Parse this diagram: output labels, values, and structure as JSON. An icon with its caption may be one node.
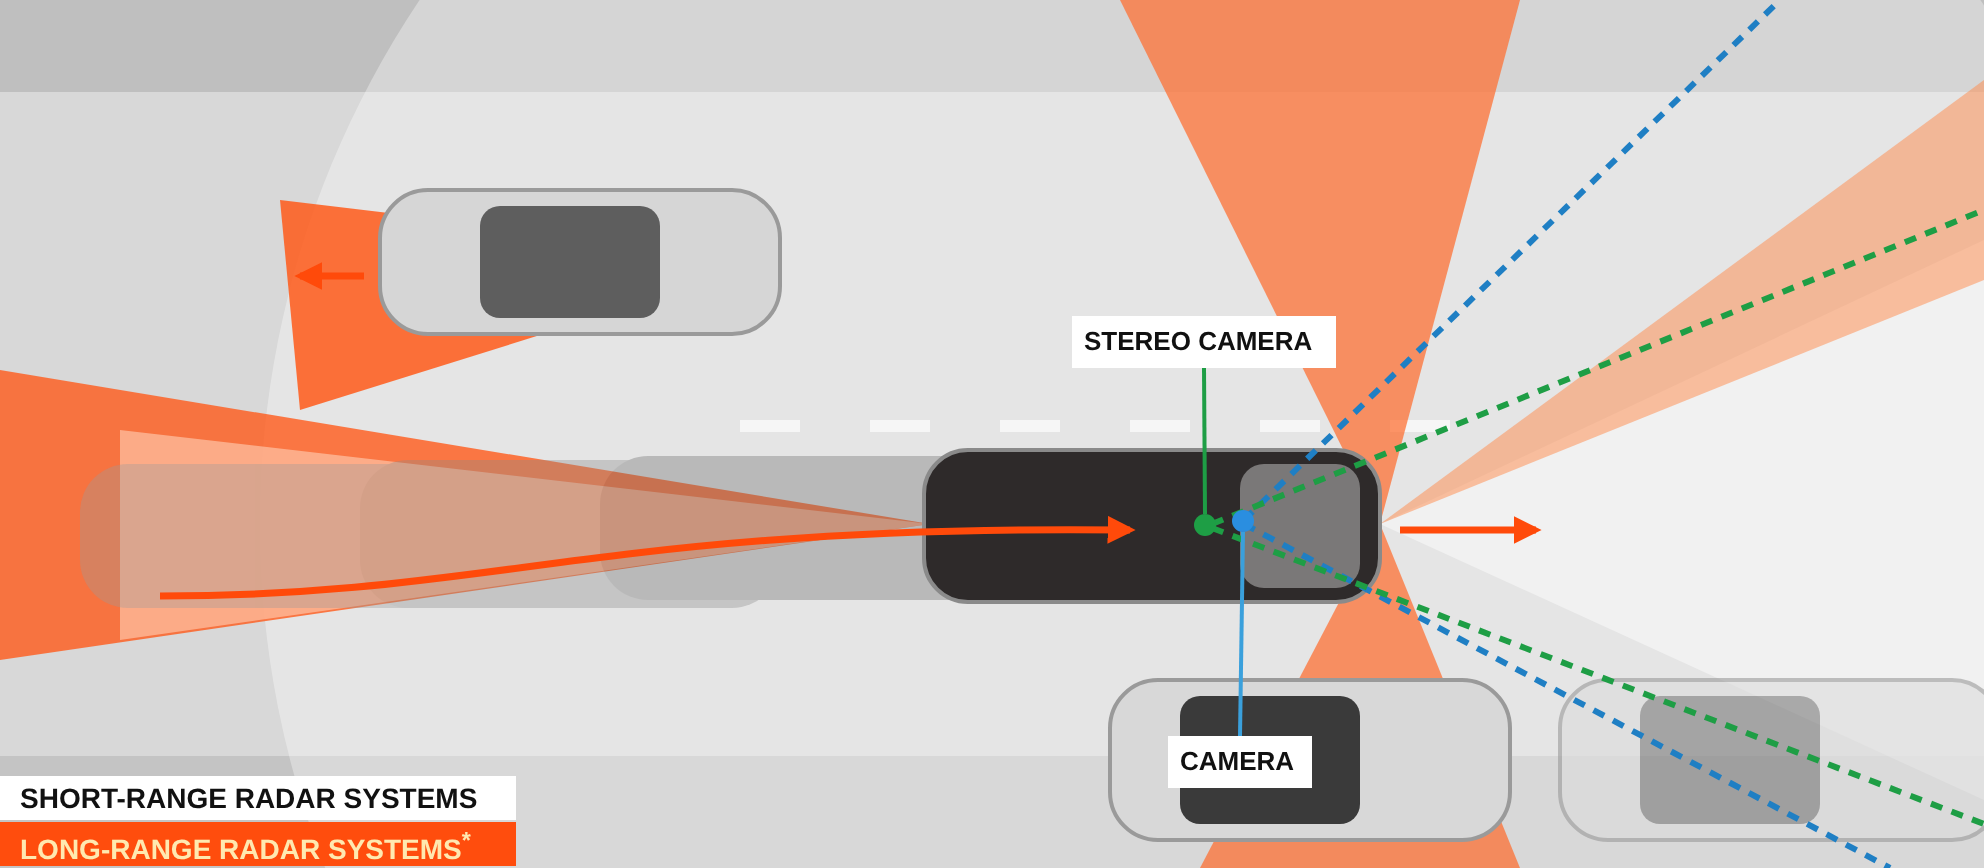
{
  "diagram": {
    "nodes": [
      {
        "text": [
          "STEREO CAMERA"
        ]
      },
      {
        "text": [
          "CAMERA"
        ]
      },
      {
        "text": [],
        "shape": "circle"
      },
      {
        "text": [],
        "shape": "circle"
      }
    ],
    "edges": [
      {
        "from": 0,
        "to": 2,
        "arrow": "none",
        "color": "#1e9e45"
      },
      {
        "from": 1,
        "to": 3,
        "arrow": "none",
        "color": "#3aa0dc"
      }
    ],
    "legend": [
      {
        "text": "SHORT-RANGE RADAR SYSTEMS",
        "color": "#ffffff"
      },
      {
        "text": "LONG-RANGE RADAR SYSTEMS$^{*}$",
        "color": "#ff4d0d"
      }
    ]
  }
}
